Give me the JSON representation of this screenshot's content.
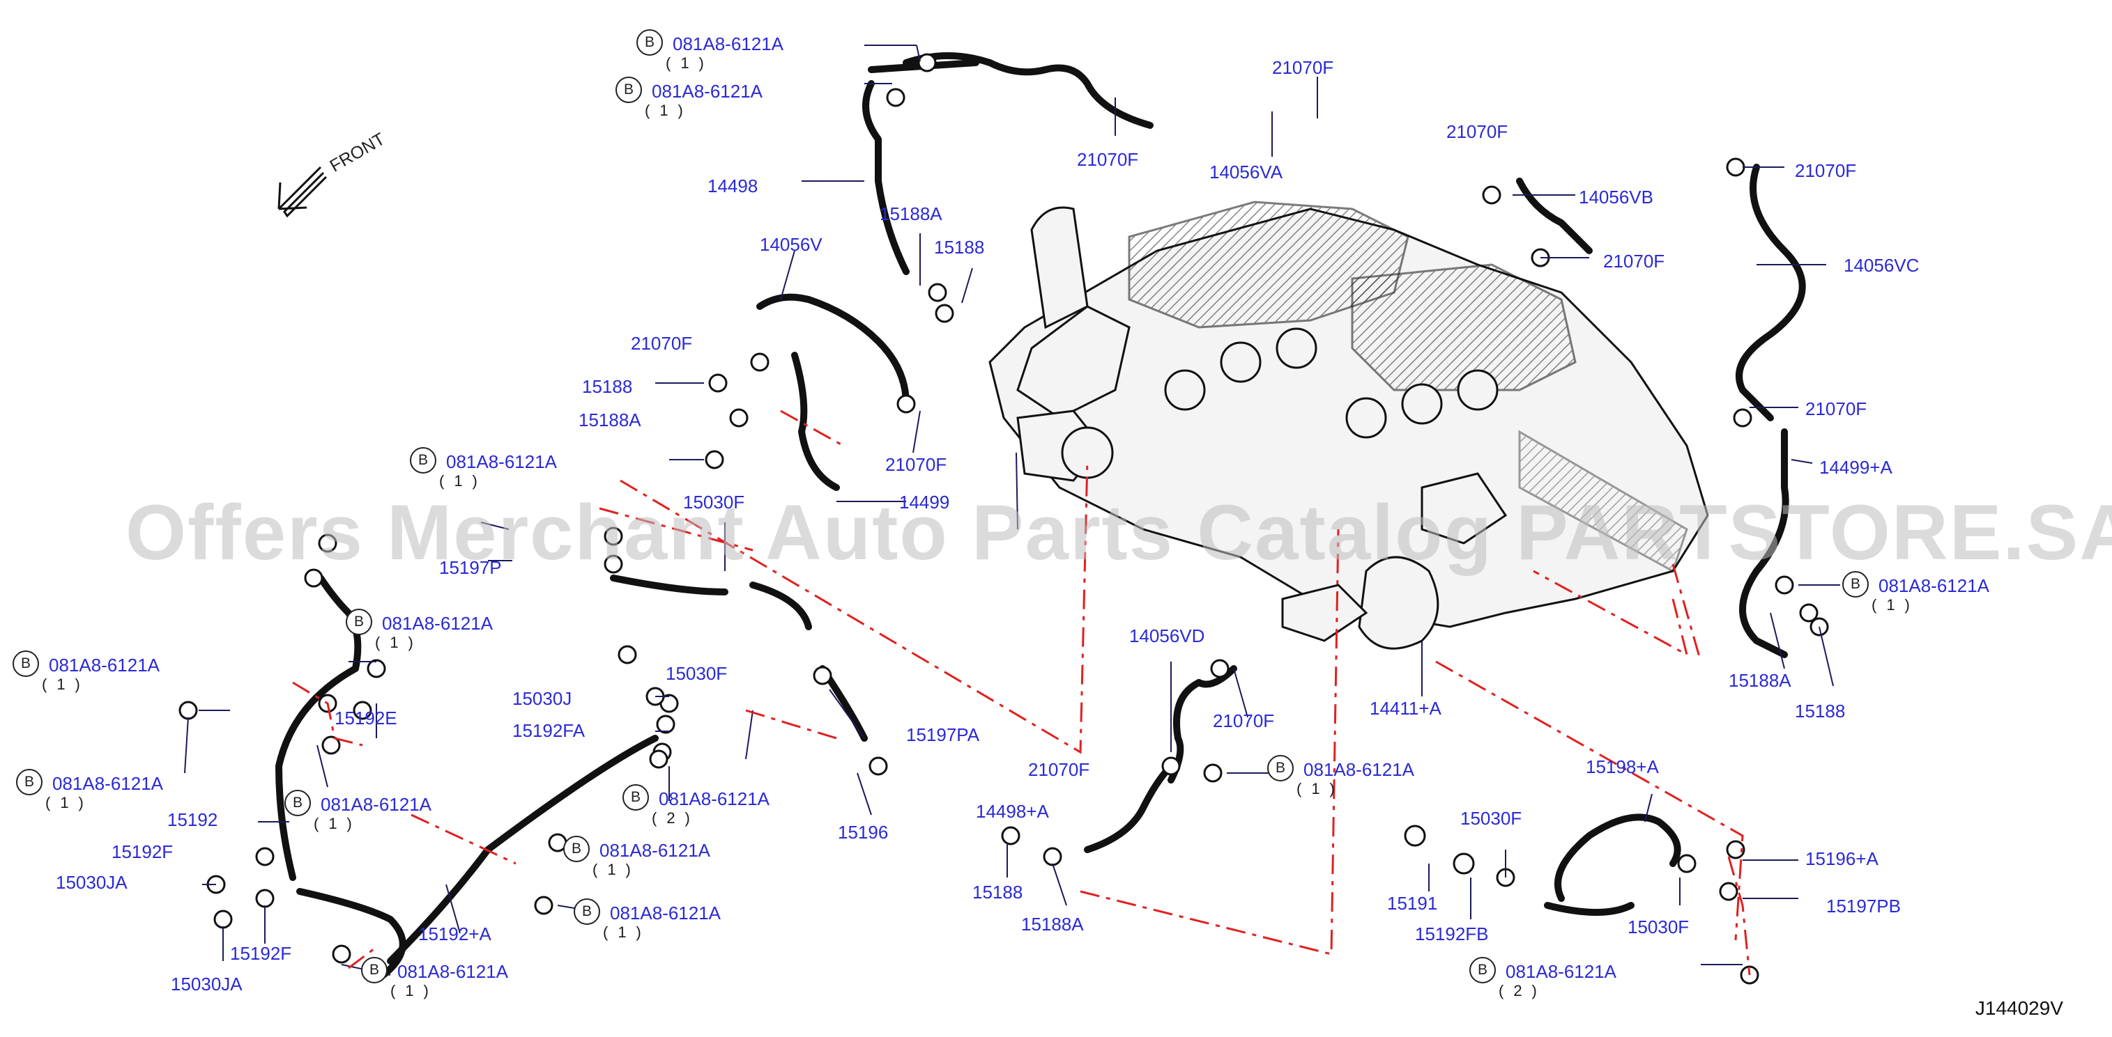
{
  "diagram": {
    "watermark": "Offers Merchant Auto Parts Catalog PARTSTORE.SA",
    "front_label": "FRONT",
    "code": "J144029V",
    "bolt_symbol": "B",
    "labels": [
      {
        "text": "081A8-6121A",
        "bolt": true,
        "qty": "(1)"
      },
      {
        "text": "081A8-6121A",
        "bolt": true,
        "qty": "(1)"
      },
      {
        "text": "21070F"
      },
      {
        "text": "21070F"
      },
      {
        "text": "14056VA"
      },
      {
        "text": "14498"
      },
      {
        "text": "15188A"
      },
      {
        "text": "15188"
      },
      {
        "text": "14056V"
      },
      {
        "text": "21070F"
      },
      {
        "text": "15188"
      },
      {
        "text": "15188A"
      },
      {
        "text": "21070F"
      },
      {
        "text": "081A8-6121A",
        "bolt": true,
        "qty": "(1)"
      },
      {
        "text": "14499"
      },
      {
        "text": "15030F"
      },
      {
        "text": "15197P"
      },
      {
        "text": "081A8-6121A",
        "bolt": true,
        "qty": "(1)"
      },
      {
        "text": "081A8-6121A",
        "bolt": true,
        "qty": "(1)"
      },
      {
        "text": "15192E"
      },
      {
        "text": "081A8-6121A",
        "bolt": true,
        "qty": "(1)"
      },
      {
        "text": "081A8-6121A",
        "bolt": true,
        "qty": "(1)"
      },
      {
        "text": "15192"
      },
      {
        "text": "15192F"
      },
      {
        "text": "15030JA"
      },
      {
        "text": "15192F"
      },
      {
        "text": "15030JA"
      },
      {
        "text": "081A8-6121A",
        "bolt": true,
        "qty": "(1)"
      },
      {
        "text": "15192+A"
      },
      {
        "text": "081A8-6121A",
        "bolt": true,
        "qty": "(1)"
      },
      {
        "text": "081A8-6121A",
        "bolt": true,
        "qty": "(1)"
      },
      {
        "text": "15030J"
      },
      {
        "text": "15192FA"
      },
      {
        "text": "081A8-6121A",
        "bolt": true,
        "qty": "(2)"
      },
      {
        "text": "15030F"
      },
      {
        "text": "15197PA"
      },
      {
        "text": "15196"
      },
      {
        "text": "21070F"
      },
      {
        "text": "14056VB"
      },
      {
        "text": "21070F"
      },
      {
        "text": "21070F"
      },
      {
        "text": "14056VC"
      },
      {
        "text": "21070F"
      },
      {
        "text": "14499+A"
      },
      {
        "text": "081A8-6121A",
        "bolt": true,
        "qty": "(1)"
      },
      {
        "text": "15188A"
      },
      {
        "text": "15188"
      },
      {
        "text": "14411+A"
      },
      {
        "text": "14056VD"
      },
      {
        "text": "21070F"
      },
      {
        "text": "21070F"
      },
      {
        "text": "081A8-6121A",
        "bolt": true,
        "qty": "(1)"
      },
      {
        "text": "14498+A"
      },
      {
        "text": "15188"
      },
      {
        "text": "15188A"
      },
      {
        "text": "15198+A"
      },
      {
        "text": "15030F"
      },
      {
        "text": "15196+A"
      },
      {
        "text": "15191"
      },
      {
        "text": "15192FB"
      },
      {
        "text": "15030F"
      },
      {
        "text": "15197PB"
      },
      {
        "text": "081A8-6121A",
        "bolt": true,
        "qty": "(2)"
      }
    ]
  }
}
